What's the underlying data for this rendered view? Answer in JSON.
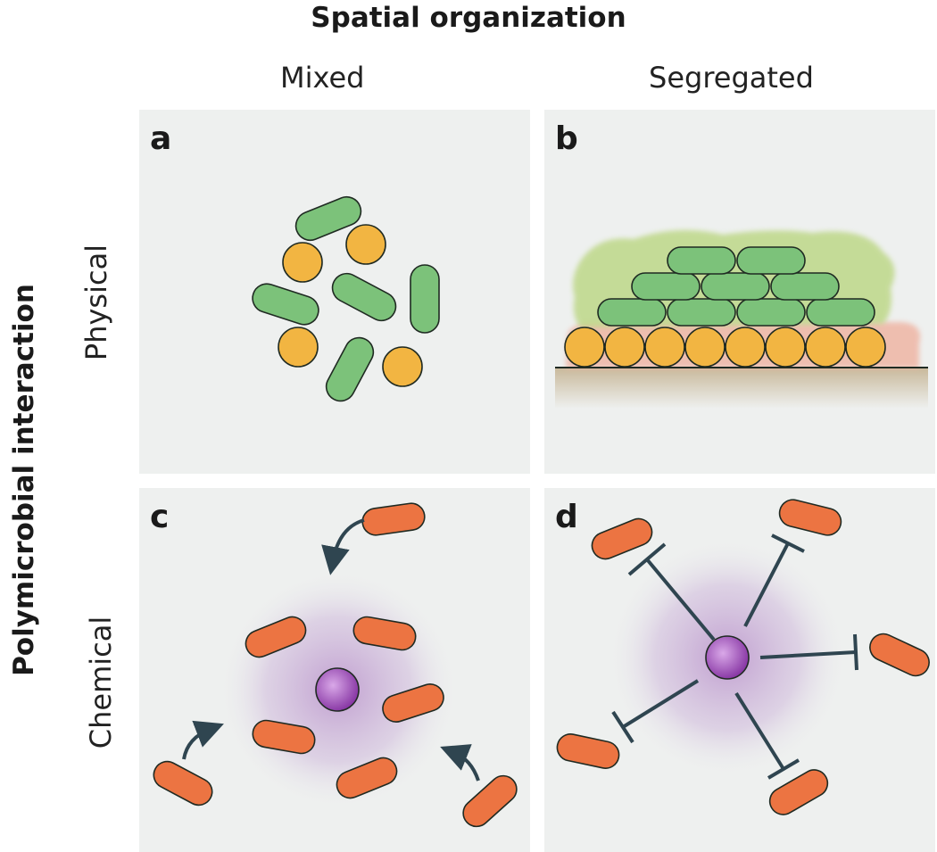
{
  "header": {
    "title": "Spatial organization",
    "columns": [
      "Mixed",
      "Segregated"
    ]
  },
  "side": {
    "title": "Polymicrobial interaction",
    "rows": [
      "Physical",
      "Chemical"
    ]
  },
  "panels": [
    {
      "letter": "a"
    },
    {
      "letter": "b"
    },
    {
      "letter": "c"
    },
    {
      "letter": "d"
    }
  ],
  "colors": {
    "panel_bg": "#eef0ef",
    "rod_green": "#7cc27a",
    "coccus_orange": "#f2b542",
    "rod_orange": "#ec7442",
    "signal_purple": "#9b4db3",
    "arrow_dark": "#2f4550"
  }
}
